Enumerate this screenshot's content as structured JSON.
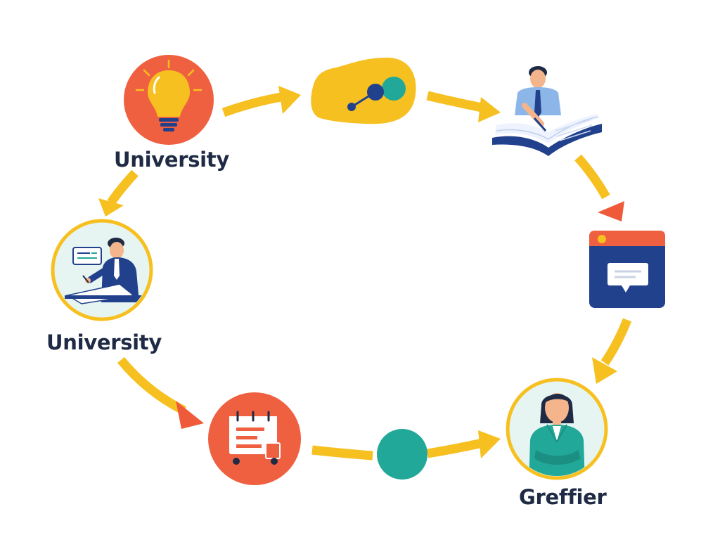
{
  "labels": {
    "top_left": "University",
    "mid_left": "University",
    "bottom_right": "Greffier"
  },
  "nodes": [
    {
      "id": "idea",
      "icon": "lightbulb-icon"
    },
    {
      "id": "network",
      "icon": "network-cloud-icon"
    },
    {
      "id": "study",
      "icon": "student-with-book-icon"
    },
    {
      "id": "message",
      "icon": "browser-message-icon"
    },
    {
      "id": "clerk",
      "icon": "woman-clerk-icon"
    },
    {
      "id": "connector",
      "icon": "teal-circle-icon"
    },
    {
      "id": "calendar",
      "icon": "calendar-truck-icon"
    },
    {
      "id": "lecturer",
      "icon": "lecturer-icon"
    }
  ],
  "colors": {
    "arrow": "#f5c020",
    "arrow_head_red": "#ef5a3a",
    "orange": "#ef6040",
    "yellow": "#f7c021",
    "navy": "#22418c",
    "teal": "#22a898",
    "text": "#1f2a44"
  }
}
